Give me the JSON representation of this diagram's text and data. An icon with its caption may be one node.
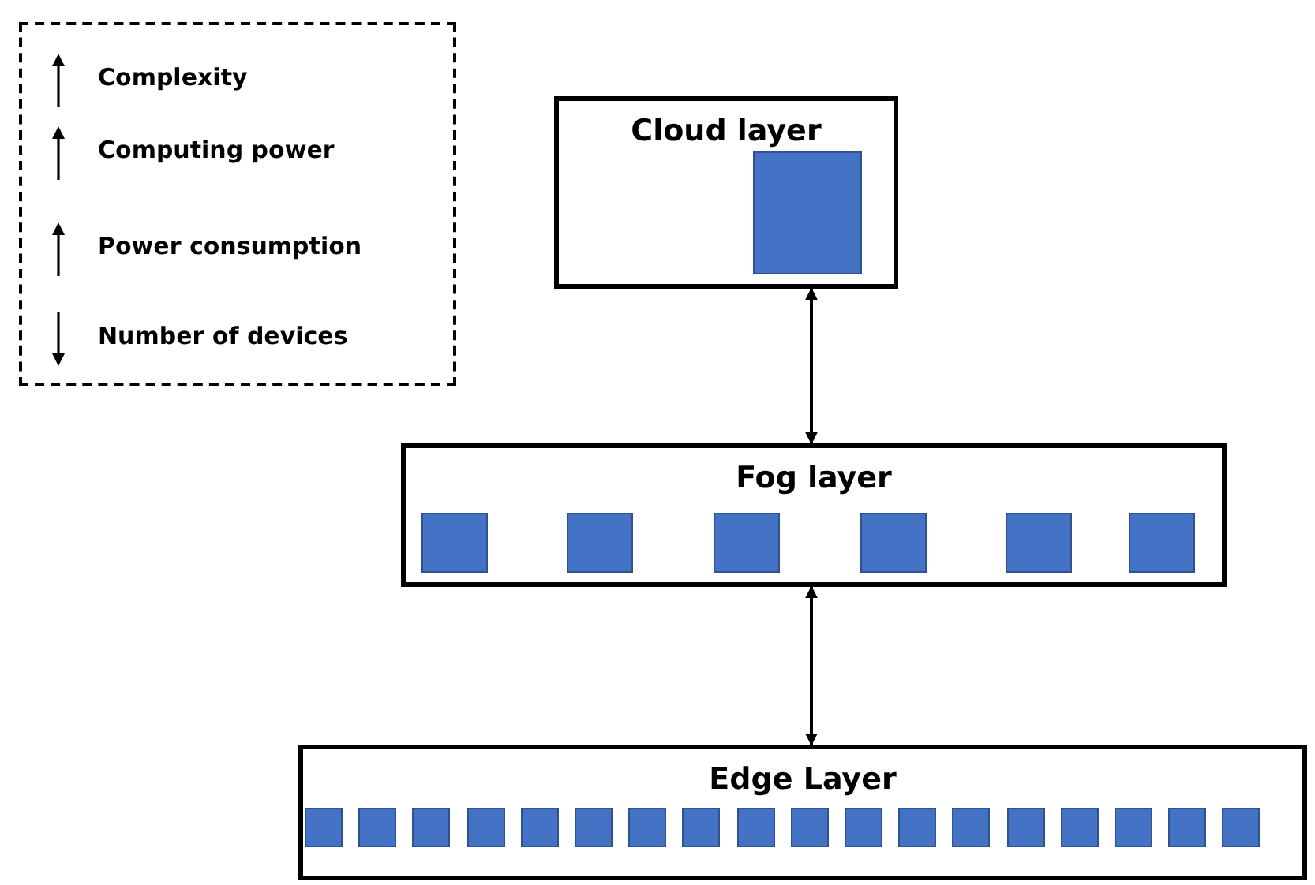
{
  "diagram": {
    "nodes": [
      {
        "text": [
          "Cloud layer"
        ]
      },
      {
        "text": [],
        "shape": "box",
        "in": 0
      },
      {
        "text": [
          "Fog layer"
        ]
      },
      {
        "text": [],
        "shape": "box",
        "in": 2
      },
      {
        "text": [],
        "shape": "box",
        "in": 2
      },
      {
        "text": [],
        "shape": "box",
        "in": 2
      },
      {
        "text": [],
        "shape": "box",
        "in": 2
      },
      {
        "text": [],
        "shape": "box",
        "in": 2
      },
      {
        "text": [],
        "shape": "box",
        "in": 2
      },
      {
        "text": [
          "Edge Layer"
        ]
      },
      {
        "text": [],
        "shape": "box",
        "in": 9
      },
      {
        "text": [],
        "shape": "box",
        "in": 9
      },
      {
        "text": [],
        "shape": "box",
        "in": 9
      },
      {
        "text": [],
        "shape": "box",
        "in": 9
      },
      {
        "text": [],
        "shape": "box",
        "in": 9
      },
      {
        "text": [],
        "shape": "box",
        "in": 9
      },
      {
        "text": [],
        "shape": "box",
        "in": 9
      },
      {
        "text": [],
        "shape": "box",
        "in": 9
      },
      {
        "text": [],
        "shape": "box",
        "in": 9
      },
      {
        "text": [],
        "shape": "box",
        "in": 9
      },
      {
        "text": [],
        "shape": "box",
        "in": 9
      },
      {
        "text": [],
        "shape": "box",
        "in": 9
      },
      {
        "text": [],
        "shape": "box",
        "in": 9
      },
      {
        "text": [],
        "shape": "box",
        "in": 9
      },
      {
        "text": [],
        "shape": "box",
        "in": 9
      },
      {
        "text": [],
        "shape": "box",
        "in": 9
      },
      {
        "text": [],
        "shape": "box",
        "in": 9
      },
      {
        "text": [],
        "shape": "box",
        "in": 9
      }
    ],
    "edges": [
      {
        "from": 0,
        "to": 2,
        "arrow": "both"
      },
      {
        "from": 2,
        "to": 9,
        "arrow": "both"
      }
    ],
    "legend": [
      {
        "text": "Complexity"
      },
      {
        "text": "Computing power"
      },
      {
        "text": "Power consumption"
      },
      {
        "text": "Number of devices"
      }
    ]
  }
}
